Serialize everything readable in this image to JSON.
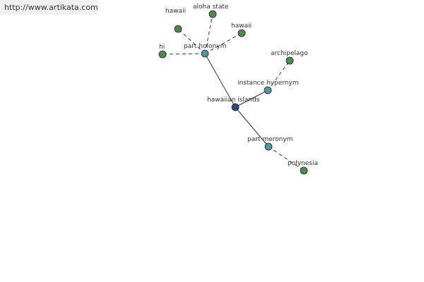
{
  "header": {
    "url": "http://www.artikata.com"
  },
  "graph": {
    "center": {
      "id": "hawaiian-islands",
      "label": "hawaiian islands",
      "color": "#334488"
    },
    "relations": [
      {
        "id": "part-holonym",
        "label": "part holonym",
        "color": "#4a9a9a"
      },
      {
        "id": "instance-hypernym",
        "label": "instance hypernym",
        "color": "#4a9a9a"
      },
      {
        "id": "part-meronym",
        "label": "part meronym",
        "color": "#4a9a9a"
      }
    ],
    "terms": [
      {
        "id": "hawaii-1",
        "label": "hawaii",
        "relation": "part-holonym",
        "color": "#4a8a4a"
      },
      {
        "id": "aloha-state",
        "label": "aloha state",
        "relation": "part-holonym",
        "color": "#4a8a4a"
      },
      {
        "id": "hawaii-2",
        "label": "hawaii",
        "relation": "part-holonym",
        "color": "#4a8a4a"
      },
      {
        "id": "hi",
        "label": "hi",
        "relation": "part-holonym",
        "color": "#4a8a4a"
      },
      {
        "id": "archipelago",
        "label": "archipelago",
        "relation": "instance-hypernym",
        "color": "#4a8a4a"
      },
      {
        "id": "polynesia",
        "label": "polynesia",
        "relation": "part-meronym",
        "color": "#4a8a4a"
      }
    ]
  }
}
